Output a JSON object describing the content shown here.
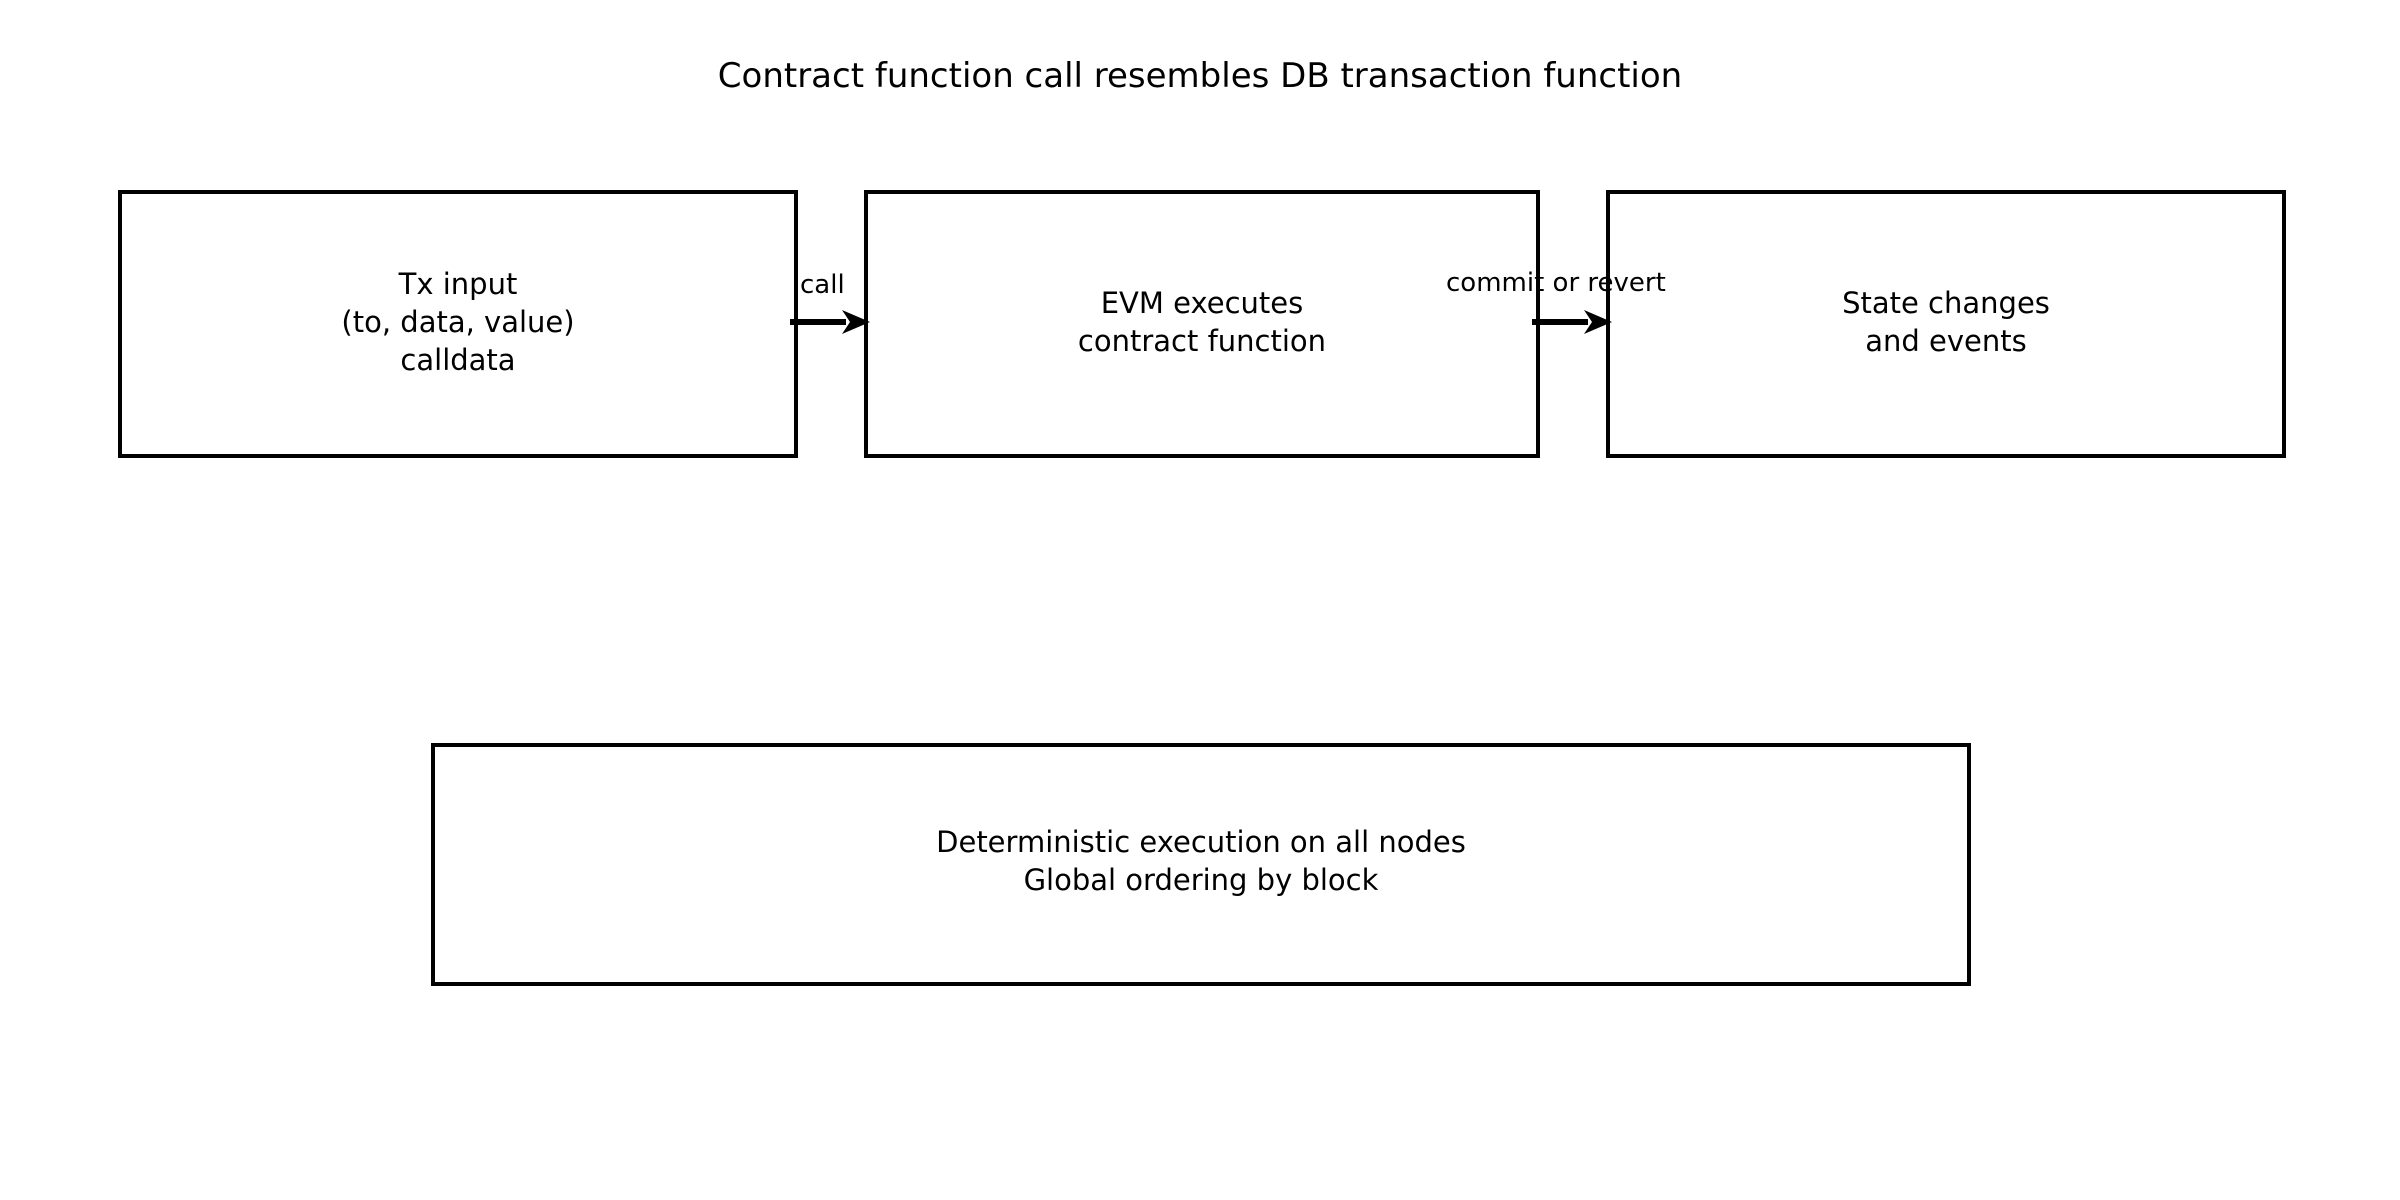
{
  "diagram": {
    "title": "Contract function call resembles DB transaction function",
    "background_color": "#ffffff",
    "stroke_color": "#000000",
    "nodes": [
      {
        "id": "tx-input",
        "label": "Tx input\n(to, data, value)\ncalldata"
      },
      {
        "id": "evm",
        "label": "EVM executes\ncontract function"
      },
      {
        "id": "state",
        "label": "State changes\nand events"
      },
      {
        "id": "guarantees",
        "label": "Deterministic execution on all nodes\nGlobal ordering by block"
      }
    ],
    "edges": [
      {
        "id": "call",
        "label": "call",
        "from": "tx-input",
        "to": "evm",
        "arrow": "right-arrow-icon"
      },
      {
        "id": "commit-or-revert",
        "label": "commit or revert",
        "from": "evm",
        "to": "state",
        "arrow": "right-arrow-icon"
      }
    ]
  }
}
